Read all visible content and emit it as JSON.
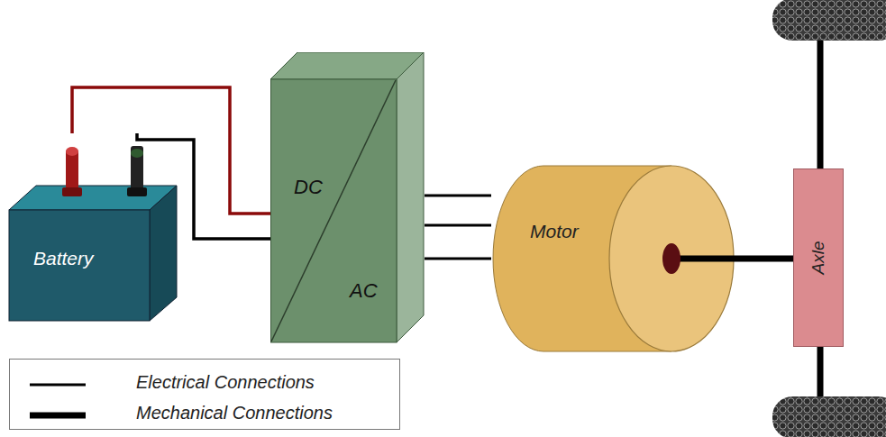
{
  "diagram": {
    "nodes": [
      {
        "text": [
          "Battery"
        ]
      },
      {
        "text": [
          "DC",
          "AC"
        ]
      },
      {
        "text": [
          "Motor"
        ]
      },
      {
        "text": [
          "Axle"
        ]
      }
    ],
    "edges": [
      {
        "from": 0,
        "to": 1,
        "arrow": "none"
      },
      {
        "from": 0,
        "to": 1,
        "arrow": "none"
      },
      {
        "from": 1,
        "to": 2,
        "arrow": "none"
      },
      {
        "from": 1,
        "to": 2,
        "arrow": "none"
      },
      {
        "from": 1,
        "to": 2,
        "arrow": "none"
      },
      {
        "from": 2,
        "to": 3,
        "arrow": "none"
      }
    ],
    "legend": [
      {
        "text": "Electrical Connections"
      },
      {
        "text": "Mechanical Connections"
      }
    ]
  }
}
